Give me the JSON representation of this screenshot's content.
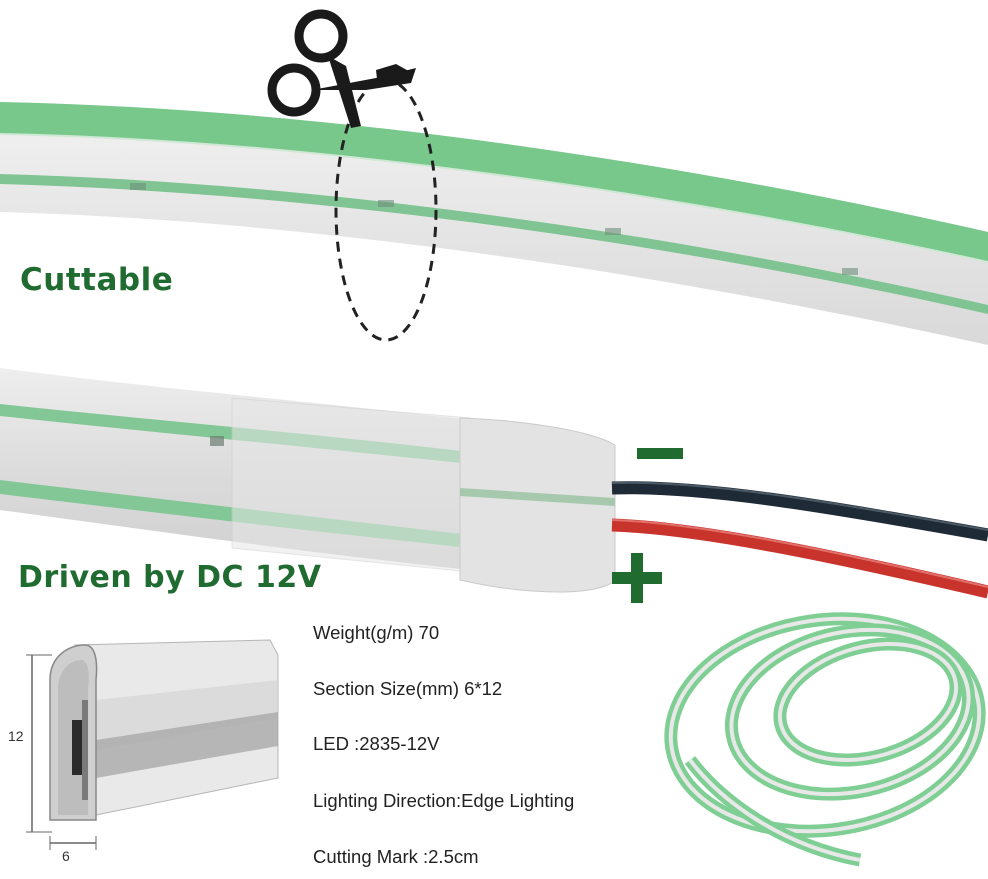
{
  "labels": {
    "cuttable": "Cuttable",
    "driven": "Driven by DC 12V"
  },
  "polarity": {
    "negative": "-",
    "positive": "+"
  },
  "specs": [
    "Weight(g/m) 70",
    "Section Size(mm) 6*12",
    "LED :2835-12V",
    "Lighting Direction:Edge Lighting",
    "Cutting Mark :2.5cm"
  ],
  "dimensions": {
    "height": "12",
    "width": "6"
  },
  "colors": {
    "strip_green": "#79c98e",
    "label_green": "#1f6b30",
    "wire_negative": "#1e2a36",
    "wire_positive": "#c8332c"
  },
  "icons": {
    "cut_tool": "scissors-icon"
  }
}
